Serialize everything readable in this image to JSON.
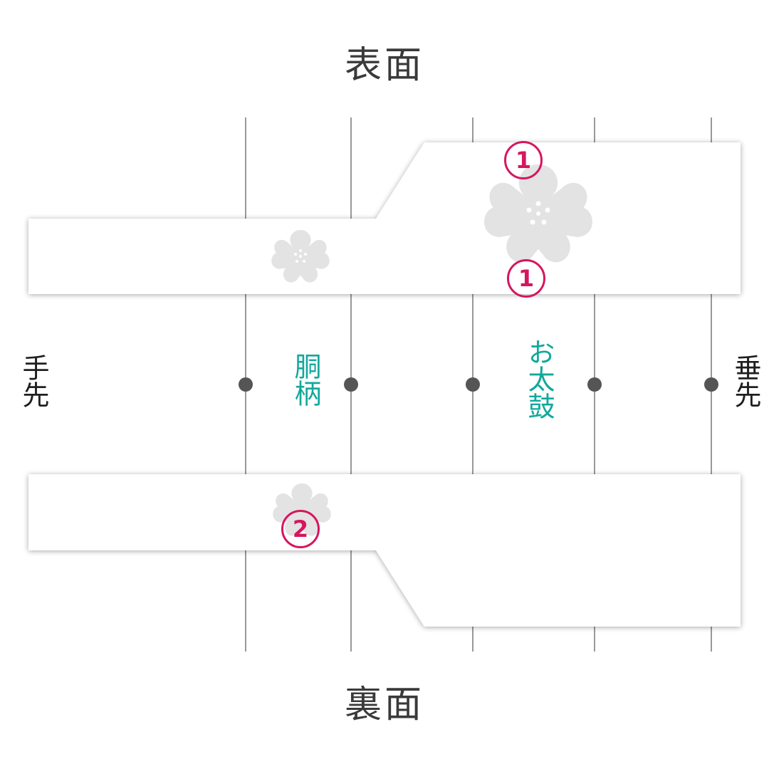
{
  "titles": {
    "front": "表面",
    "back": "裏面"
  },
  "labels": {
    "tesaki": "手先",
    "taresaki": "垂先",
    "dogara": "胴柄",
    "otaiko": "お太鼓"
  },
  "markers": {
    "front_top": "1",
    "front_bottom": "1",
    "back": "2"
  },
  "colors": {
    "line": "#555555",
    "dot": "#555555",
    "band": "#ffffff",
    "shadow": "#c9c9c9",
    "flower": "#e3e3e3",
    "accent_text": "#12a89c",
    "marker": "#d6165e",
    "title_text": "#3a3a3a"
  },
  "icons": {
    "flower": "sakura-flower-icon"
  }
}
